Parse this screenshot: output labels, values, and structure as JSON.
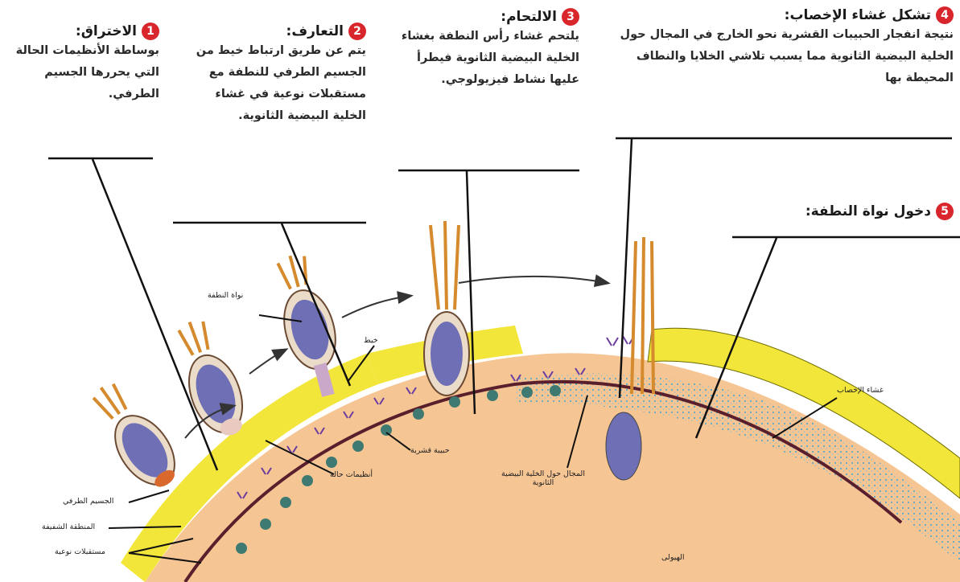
{
  "steps": [
    {
      "number": "1",
      "title": "الاختراق:",
      "text": "بوساطة الأنظيمات الحالة التي يحررها الجسيم الطرفي."
    },
    {
      "number": "2",
      "title": "التعارف:",
      "text": "يتم عن طريق ارتباط خيط من الجسيم الطرفي للنطفة مع مستقبلات نوعية في غشاء الخلية البيضية الثانوية."
    },
    {
      "number": "3",
      "title": "الالتحام:",
      "text": "يلتحم غشاء رأس النطفة بغشاء الخلية البيضية الثانوية فيطرأ عليها نشاط فيزيولوجي."
    },
    {
      "number": "4",
      "title": "تشكل غشاء الإخصاب:",
      "text": "نتيجة انفجار الحبيبات القشرية نحو الخارج في المجال حول الخلية البيضية الثانوية مما يسبب تلاشي الخلايا والنطاف المحيطة بها"
    },
    {
      "number": "5",
      "title": "دخول نواة النطفة:",
      "text": ""
    }
  ],
  "labels": {
    "sperm_nucleus": "نواة النطفة",
    "filament": "خيط",
    "acrosome": "الجسيم الطرفي",
    "zona": "المنطقة الشفيفة",
    "receptors": "مستقبلات نوعية",
    "lytic_enzymes": "أنظيمات حالة",
    "cortical_granule": "حبيبة قشرية",
    "perivitelline_space": "المجال حول الخلية البيضية الثانوية",
    "fertilization_membrane": "غشاء الإخصاب",
    "cytoplasm": "الهيولى"
  },
  "colors": {
    "zona": "#f3e63a",
    "cytoplasm": "#f6c594",
    "membrane": "#5a1f2c",
    "sperm_head": "#6f6fb6",
    "number_badge": "#d9262c"
  }
}
